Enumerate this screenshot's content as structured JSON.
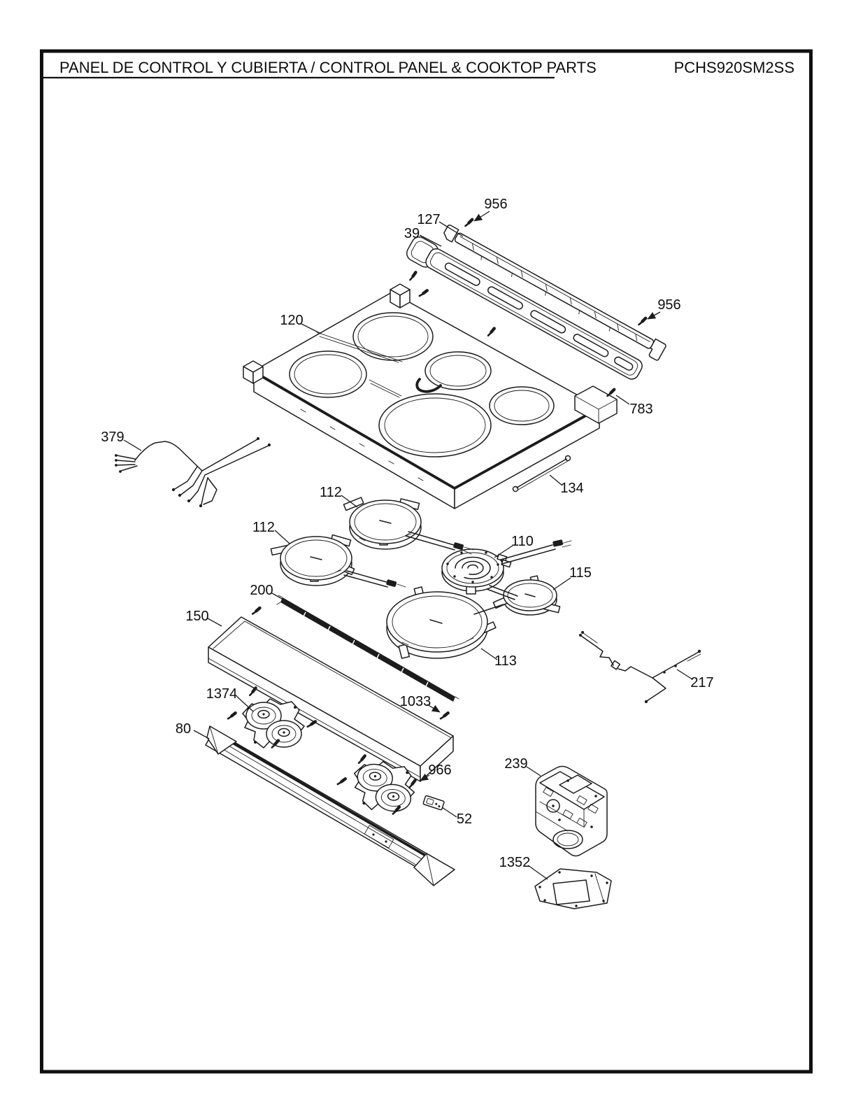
{
  "header": {
    "title": "PANEL DE CONTROL Y CUBIERTA / CONTROL PANEL & COOKTOP PARTS",
    "model_number": "PCHS920SM2SS"
  },
  "colors": {
    "ink": "#1c1c1c",
    "background": "#ffffff"
  },
  "part_labels": [
    {
      "id": "956-top",
      "text": "956"
    },
    {
      "id": "127",
      "text": "127"
    },
    {
      "id": "39",
      "text": "39"
    },
    {
      "id": "956-right",
      "text": "956"
    },
    {
      "id": "120",
      "text": "120"
    },
    {
      "id": "783",
      "text": "783"
    },
    {
      "id": "379",
      "text": "379"
    },
    {
      "id": "134",
      "text": "134"
    },
    {
      "id": "112-upper",
      "text": "112"
    },
    {
      "id": "112-left",
      "text": "112"
    },
    {
      "id": "110",
      "text": "110"
    },
    {
      "id": "115",
      "text": "115"
    },
    {
      "id": "200",
      "text": "200"
    },
    {
      "id": "150",
      "text": "150"
    },
    {
      "id": "113",
      "text": "113"
    },
    {
      "id": "217",
      "text": "217"
    },
    {
      "id": "1374",
      "text": "1374"
    },
    {
      "id": "1033",
      "text": "1033"
    },
    {
      "id": "80",
      "text": "80"
    },
    {
      "id": "966",
      "text": "966"
    },
    {
      "id": "239",
      "text": "239"
    },
    {
      "id": "52",
      "text": "52"
    },
    {
      "id": "1352",
      "text": "1352"
    }
  ]
}
